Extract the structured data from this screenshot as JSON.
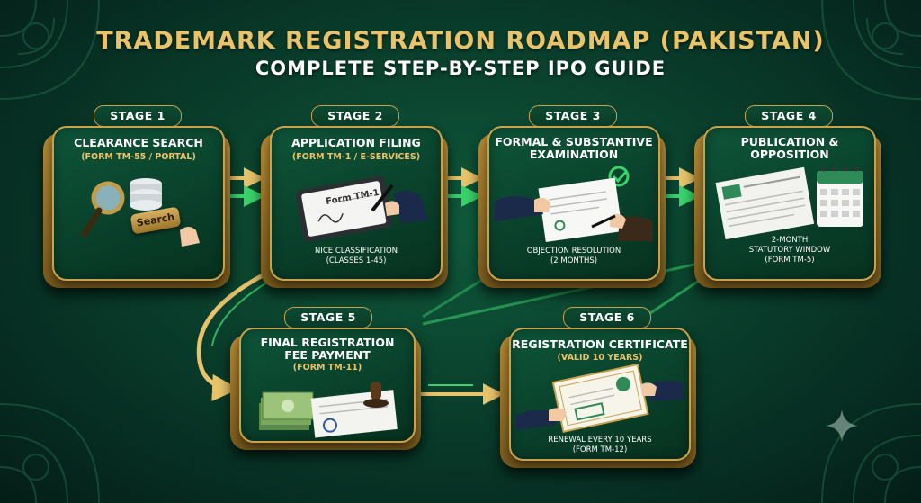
{
  "header": {
    "title": "TRADEMARK REGISTRATION ROADMAP (PAKISTAN)",
    "subtitle": "COMPLETE STEP-BY-STEP IPO GUIDE"
  },
  "colors": {
    "gold": "#c9a24d",
    "green": "#0a3f2c",
    "arrow_green": "#39d36a",
    "arrow_gold": "#e8c36a"
  },
  "stages": [
    {
      "tag": "STAGE 1",
      "title_lines": [
        "CLEARANCE SEARCH"
      ],
      "sub": "(FORM TM-55 / PORTAL)",
      "foot_lines": [],
      "icon": "magnifier-database-icon",
      "button_label": "Search"
    },
    {
      "tag": "STAGE 2",
      "title_lines": [
        "APPLICATION FILING"
      ],
      "sub": "(FORM TM-1 / E-SERVICES)",
      "foot_lines": [
        "NICE CLASSIFICATION",
        "(CLASSES 1-45)"
      ],
      "icon": "tablet-form-icon",
      "form_label": "Form TM-1"
    },
    {
      "tag": "STAGE 3",
      "title_lines": [
        "FORMAL & SUBSTANTIVE",
        "EXAMINATION"
      ],
      "sub": "",
      "foot_lines": [
        "OBJECTION RESOLUTION",
        "(2 MONTHS)"
      ],
      "icon": "document-check-icon"
    },
    {
      "tag": "STAGE 4",
      "title_lines": [
        "PUBLICATION &",
        "OPPOSITION"
      ],
      "sub": "",
      "foot_lines": [
        "2-MONTH",
        "STATUTORY WINDOW",
        "(FORM TM-5)"
      ],
      "icon": "gazette-calendar-icon"
    },
    {
      "tag": "STAGE 5",
      "title_lines": [
        "FINAL REGISTRATION",
        "FEE PAYMENT"
      ],
      "sub": "(FORM TM-11)",
      "foot_lines": [],
      "icon": "money-stamp-icon"
    },
    {
      "tag": "STAGE 6",
      "title_lines": [
        "REGISTRATION CERTIFICATE"
      ],
      "sub": "(VALID 10 YEARS)",
      "foot_lines": [
        "RENEWAL EVERY 10 YEARS",
        "(FORM TM-12)"
      ],
      "icon": "certificate-handshake-icon"
    }
  ]
}
